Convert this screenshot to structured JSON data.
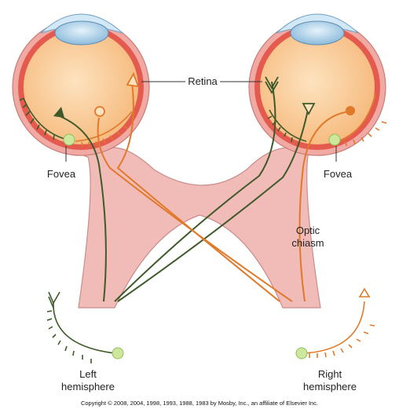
{
  "labels": {
    "retina": "Retina",
    "fovea_left": "Fovea",
    "fovea_right": "Fovea",
    "optic_chiasm_line1": "Optic",
    "optic_chiasm_line2": "chiasm",
    "left_hemisphere_line1": "Left",
    "left_hemisphere_line2": "hemisphere",
    "right_hemisphere_line1": "Right",
    "right_hemisphere_line2": "hemisphere"
  },
  "copyright": "Copyright © 2008, 2004, 1998, 1993, 1988, 1983 by Mosby, Inc., an affiliate of Elsevier Inc.",
  "colors": {
    "green_pathway": "#3f5a2a",
    "orange_pathway": "#e07a2a",
    "nerve_fill": "#f1bcb8",
    "nerve_stroke": "#c98d8a",
    "eye_interior": "#f9cc95",
    "retina_layer": "#e45a4e",
    "sclera": "#f1a9a3",
    "lens": "#b8d9f0",
    "fovea": "#cde89c"
  }
}
